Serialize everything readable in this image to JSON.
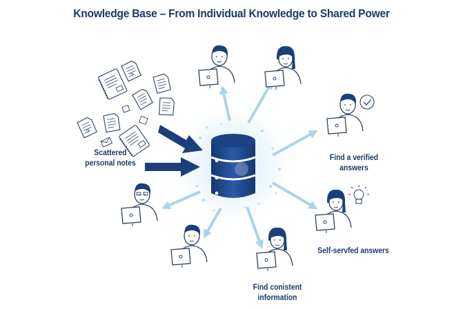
{
  "title": "Knowledge Base – From Individual Knowledge to Shared Power",
  "colors": {
    "primary": "#1f3a68",
    "database": "#1b4384",
    "accent_light": "#a9d4ea",
    "line": "#2b3f63"
  },
  "source": {
    "label_line1": "Scattered",
    "label_line2": "personal notes",
    "icons": [
      "notebook-icon",
      "document-icon",
      "question-document-icon",
      "envelope-icon",
      "sticky-note-icon"
    ]
  },
  "center": {
    "icon": "database-icon"
  },
  "users": [
    {
      "id": "user-top-left",
      "icon": "person-laptop-icon",
      "label": ""
    },
    {
      "id": "user-top-right",
      "icon": "person-laptop-icon",
      "label": ""
    },
    {
      "id": "user-right-upper",
      "icon": "person-laptop-icon",
      "badge": "checkmark-bubble-icon",
      "label_line1": "Find a verified",
      "label_line2": "answers"
    },
    {
      "id": "user-right-lower",
      "icon": "person-laptop-icon",
      "badge": "lightbulb-icon",
      "label_line1": "Self-servfed answers",
      "label_line2": ""
    },
    {
      "id": "user-bottom-center",
      "icon": "person-laptop-icon",
      "label_line1": "Find conistent",
      "label_line2": "information"
    },
    {
      "id": "user-bottom-left",
      "icon": "person-laptop-icon",
      "label": ""
    },
    {
      "id": "user-left",
      "icon": "person-laptop-icon",
      "label": ""
    }
  ]
}
